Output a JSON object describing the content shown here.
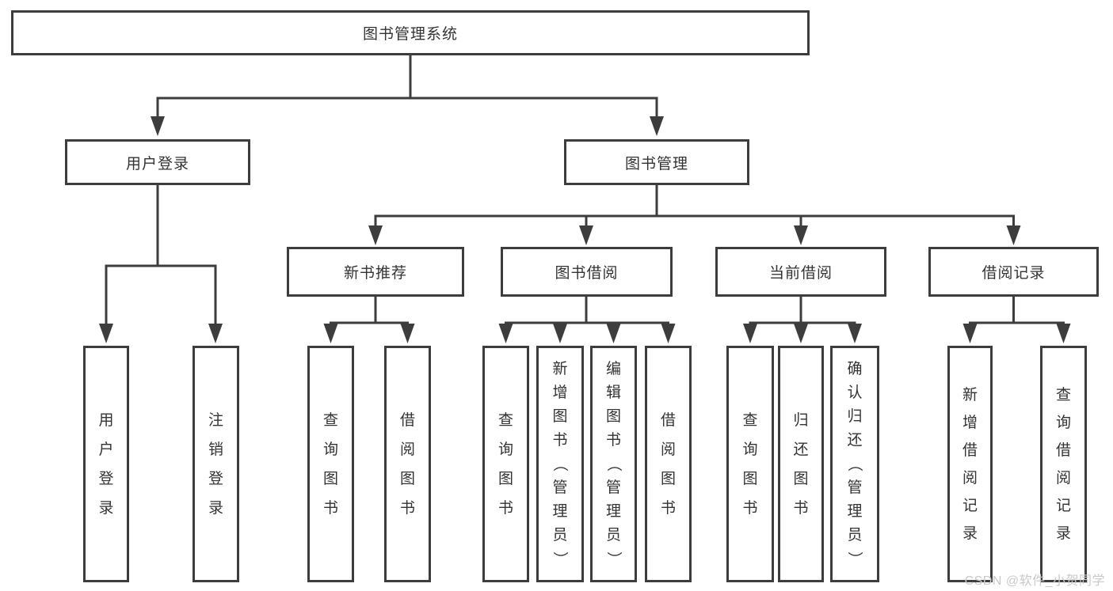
{
  "nodes": {
    "root": "图书管理系统",
    "user_login": "用户登录",
    "book_mgmt": "图书管理",
    "new_book_rec": "新书推荐",
    "book_borrow": "图书借阅",
    "current_borrow": "当前借阅",
    "borrow_records": "借阅记录",
    "user_login_leaf": "用户登录",
    "logout_leaf": "注销登录",
    "rec_query_book": "查询图书",
    "rec_borrow_book": "借阅图书",
    "bb_query_book": "查询图书",
    "bb_add_book": "新增图书（管理员）",
    "bb_edit_book": "编辑图书（管理员）",
    "bb_borrow_book": "借阅图书",
    "cb_query_book": "查询图书",
    "cb_return_book": "归还图书",
    "cb_confirm_return": "确认归还（管理员）",
    "br_add_record": "新增借阅记录",
    "br_query_record": "查询借阅记录"
  },
  "hierarchy": {
    "root": [
      "user_login",
      "book_mgmt"
    ],
    "user_login": [
      "user_login_leaf",
      "logout_leaf"
    ],
    "book_mgmt": [
      "new_book_rec",
      "book_borrow",
      "current_borrow",
      "borrow_records"
    ],
    "new_book_rec": [
      "rec_query_book",
      "rec_borrow_book"
    ],
    "book_borrow": [
      "bb_query_book",
      "bb_add_book",
      "bb_edit_book",
      "bb_borrow_book"
    ],
    "current_borrow": [
      "cb_query_book",
      "cb_return_book",
      "cb_confirm_return"
    ],
    "borrow_records": [
      "br_add_record",
      "br_query_record"
    ]
  },
  "watermark": {
    "text": "CSDN @软件_小贺同学"
  },
  "colors": {
    "line": "#3d3d3d",
    "text": "#333333",
    "background": "#ffffff",
    "watermark": "#c9c9c9"
  }
}
